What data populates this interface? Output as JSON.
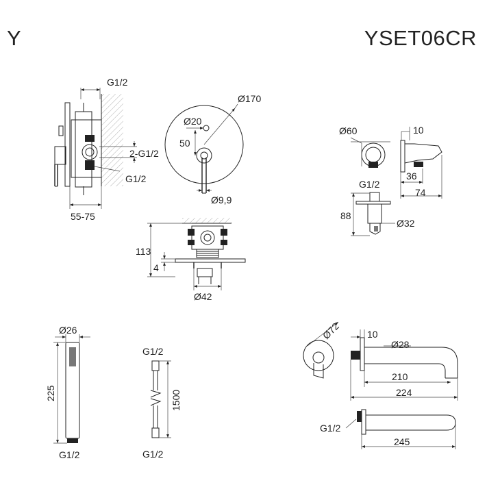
{
  "header": {
    "brand": "Y",
    "model": "YSET06CR"
  },
  "mixer_side": {
    "top_thread": "G1/2",
    "outlet_label": "2-G1/2",
    "bottom_thread": "G1/2",
    "depth": "55-75"
  },
  "plate_front": {
    "plate_diameter": "Ø170",
    "handle_diameter": "Ø20",
    "offset": "50",
    "lever_diameter": "Ø9,9"
  },
  "body_section": {
    "height": "113",
    "plate_thickness": "4",
    "diameter": "Ø42"
  },
  "wall_holder": {
    "diameter": "Ø60",
    "width": "10",
    "thread": "G1/2",
    "depth_a": "36",
    "depth_b": "74",
    "height": "88",
    "holder_diameter": "Ø32"
  },
  "hand_shower": {
    "diameter": "Ø26",
    "length": "225",
    "thread": "G1/2"
  },
  "hose": {
    "top_thread": "G1/2",
    "length": "1500",
    "bottom_thread": "G1/2"
  },
  "spout": {
    "rosette_diameter": "Ø72",
    "width": "10",
    "pipe_diameter": "Ø28",
    "length_a": "210",
    "length_b": "224",
    "thread": "G1/2",
    "length_c": "245"
  }
}
